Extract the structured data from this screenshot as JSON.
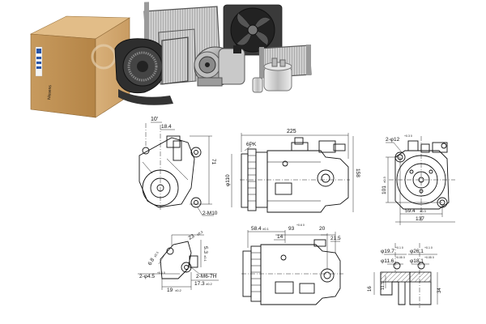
{
  "box": {
    "brand": "Nissens"
  },
  "drawings": {
    "side_view": {
      "dim_top_left": "10'",
      "dim_top": "18.4",
      "dim_right": "71",
      "thread": "2-M10"
    },
    "front_view": {
      "belt": "6PK",
      "length": "225",
      "diameter": "φ110",
      "height": "158"
    },
    "rear_view": {
      "holes": "2-φ12",
      "holes_tol": "+0.3 0",
      "offset_v": "101",
      "offset_v_tol": "±0.3",
      "offset_h": "59.4",
      "offset_h_tol": "±0.3",
      "width": "137"
    },
    "bracket_view": {
      "d1": "23",
      "d1_tol": "±0.3",
      "d2": "6.8",
      "d2_tol": "±0.1",
      "d3": "5.3",
      "d3_tol": "±0.1",
      "holes": "2-φ4.5",
      "holes_tol": "+0.1 0",
      "thread": "2-M6-7H",
      "d4": "19",
      "d4_tol": "±0.2",
      "d5": "17.3",
      "d5_tol": "±0.2"
    },
    "bottom_view": {
      "d1": "58.4",
      "d1_tol": "±0.1",
      "d2": "14",
      "d3": "93",
      "d3_tol": "+0.6 0",
      "d4": "20",
      "d5": "21.5"
    },
    "port_view": {
      "d1": "φ19.7",
      "d1_tol": "+0.1 0",
      "d2": "φ11.6",
      "d2_tol": "+0.05 0",
      "d3": "φ26.1",
      "d3_tol": "+0.1 0",
      "d4": "φ18.1",
      "d4_tol": "+0.05 0",
      "d5": "16",
      "d6": "11.5",
      "d7": "34"
    }
  }
}
